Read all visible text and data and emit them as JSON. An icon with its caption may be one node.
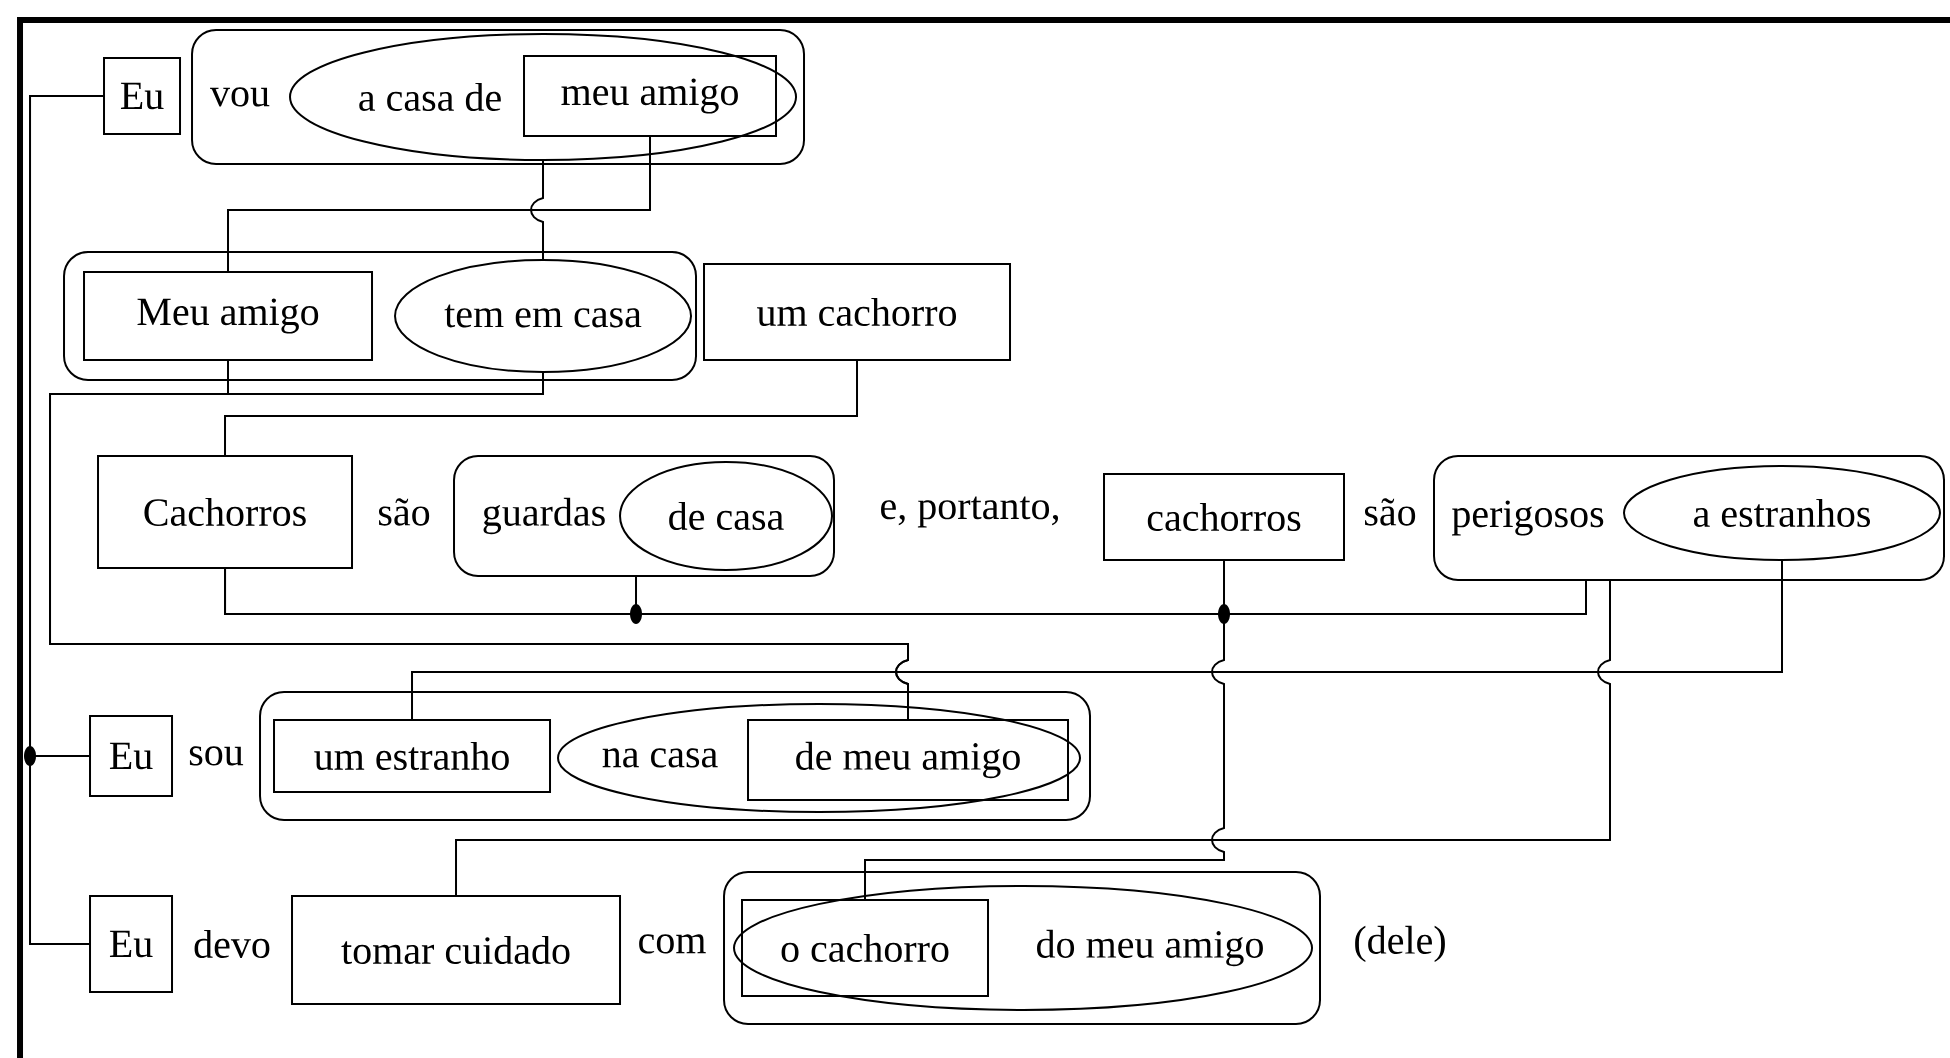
{
  "diagram": {
    "nodes": [
      {
        "text": [
          "Eu"
        ]
      },
      {
        "text": [
          "vou"
        ]
      },
      {
        "text": [
          "a casa de"
        ],
        "in": 1
      },
      {
        "text": [
          "meu amigo"
        ],
        "in": 2
      },
      {
        "text": [],
        "shape": "box"
      },
      {
        "text": [
          "Meu amigo"
        ],
        "in": 4
      },
      {
        "text": [
          "tem em casa"
        ],
        "in": 4
      },
      {
        "text": [
          "um cachorro"
        ]
      },
      {
        "text": [
          "Cachorros"
        ]
      },
      {
        "text": [
          "guardas"
        ]
      },
      {
        "text": [
          "de casa"
        ],
        "in": 9
      },
      {
        "text": [
          "cachorros"
        ]
      },
      {
        "text": [
          "perigosos"
        ]
      },
      {
        "text": [
          "a estranhos"
        ],
        "in": 12
      },
      {
        "text": [
          "Eu"
        ]
      },
      {
        "text": [],
        "shape": "box"
      },
      {
        "text": [
          "um estranho"
        ],
        "in": 15
      },
      {
        "text": [
          "na casa"
        ],
        "in": 15
      },
      {
        "text": [
          "de meu amigo"
        ],
        "in": 17
      },
      {
        "text": [
          "Eu"
        ]
      },
      {
        "text": [
          "tomar cuidado"
        ]
      },
      {
        "text": [],
        "shape": "box"
      },
      {
        "text": [
          "do meu amigo"
        ],
        "in": 21
      },
      {
        "text": [
          "o cachorro"
        ],
        "in": 22
      }
    ],
    "edges": [
      {
        "from": 0,
        "to": 14,
        "arrow": "none"
      },
      {
        "from": 0,
        "to": 19,
        "arrow": "none"
      },
      {
        "from": 3,
        "to": 5,
        "arrow": "none"
      },
      {
        "from": 2,
        "to": 6,
        "arrow": "none"
      },
      {
        "from": 7,
        "to": 8,
        "arrow": "none"
      },
      {
        "from": 5,
        "to": 18,
        "arrow": "none"
      },
      {
        "from": 6,
        "to": 18,
        "arrow": "none"
      },
      {
        "from": 8,
        "to": 9,
        "arrow": "none"
      },
      {
        "from": 8,
        "to": 11,
        "arrow": "none"
      },
      {
        "from": 8,
        "to": 12,
        "arrow": "none"
      },
      {
        "from": 8,
        "to": 23,
        "arrow": "none"
      },
      {
        "from": 12,
        "to": 20,
        "arrow": "none"
      },
      {
        "from": 13,
        "to": 16,
        "arrow": "none"
      }
    ],
    "labels": [
      "são",
      "e, portanto,",
      "são",
      "sou",
      "devo",
      "com",
      "(dele)"
    ]
  }
}
